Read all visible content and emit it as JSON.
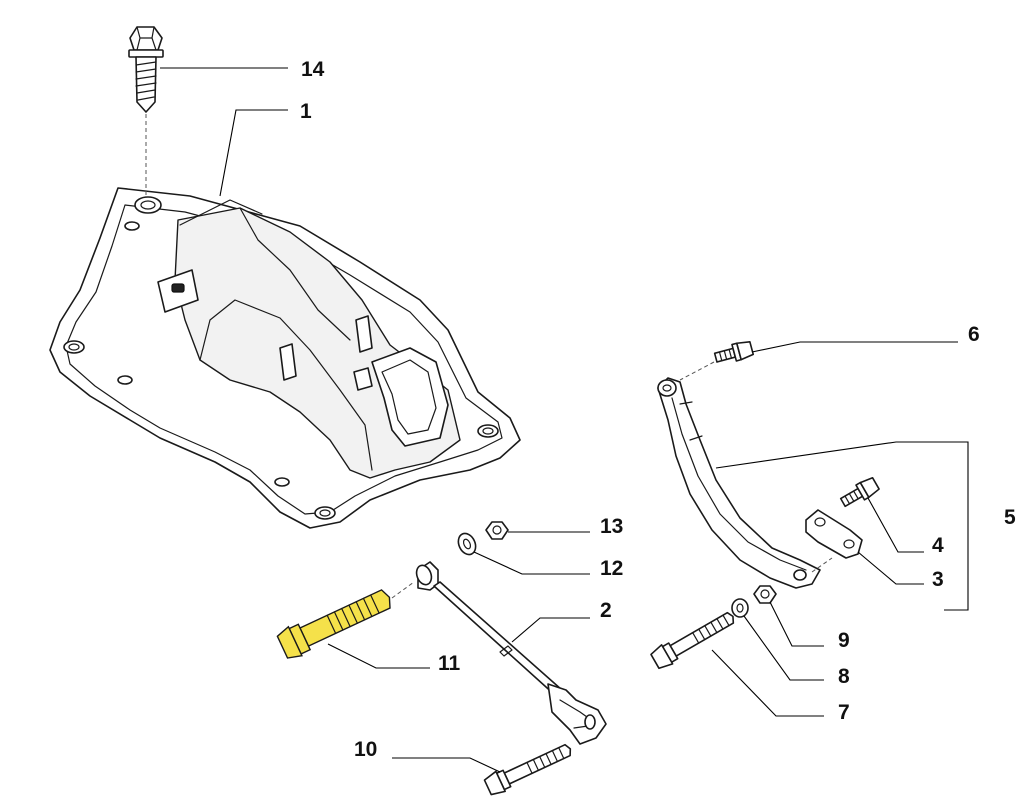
{
  "diagram": {
    "parts": [
      {
        "id": "p1",
        "number": "1",
        "icon": "crossmember-bracket-icon"
      },
      {
        "id": "p2",
        "number": "2",
        "icon": "torque-rod-icon"
      },
      {
        "id": "p3",
        "number": "3",
        "icon": "plate-icon"
      },
      {
        "id": "p4",
        "number": "4",
        "icon": "bolt-icon"
      },
      {
        "id": "p5",
        "number": "5",
        "icon": "support-arm-assembly-icon"
      },
      {
        "id": "p6",
        "number": "6",
        "icon": "bolt-icon"
      },
      {
        "id": "p7",
        "number": "7",
        "icon": "bolt-icon"
      },
      {
        "id": "p8",
        "number": "8",
        "icon": "washer-icon"
      },
      {
        "id": "p9",
        "number": "9",
        "icon": "nut-icon"
      },
      {
        "id": "p10",
        "number": "10",
        "icon": "bolt-icon"
      },
      {
        "id": "p11",
        "number": "11",
        "icon": "bolt-icon",
        "highlight": "#f5e14a"
      },
      {
        "id": "p12",
        "number": "12",
        "icon": "washer-icon"
      },
      {
        "id": "p13",
        "number": "13",
        "icon": "nut-icon"
      },
      {
        "id": "p14",
        "number": "14",
        "icon": "bolt-icon"
      }
    ],
    "colors": {
      "line": "#1a1a1a",
      "highlight": "#f5e14a",
      "background": "#ffffff"
    }
  }
}
